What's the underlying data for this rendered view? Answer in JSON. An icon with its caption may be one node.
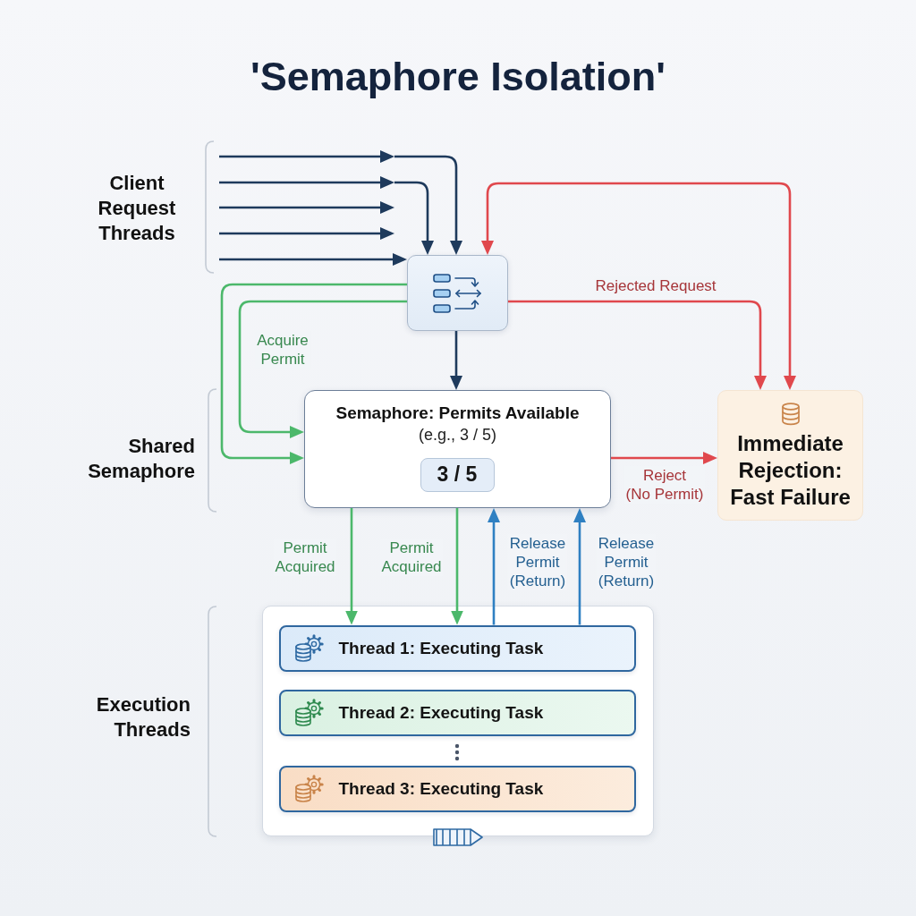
{
  "diagram": {
    "title": "'Semaphore Isolation'",
    "nodes": [
      {
        "text": [],
        "shape": "box"
      },
      {
        "text": [
          "Semaphore: Permits Available",
          "(e.g., 3 / 5)"
        ]
      },
      {
        "text": [
          "3 / 5"
        ],
        "in": 1
      },
      {
        "text": [
          "Immediate Rejection: Fast Failure"
        ]
      },
      {
        "text": [],
        "shape": "box"
      },
      {
        "text": [
          "Thread 1: Executing Task"
        ],
        "in": 4
      },
      {
        "text": [
          "Thread 2: Executing Task"
        ],
        "in": 4
      },
      {
        "text": [
          "Thread 3: Executing Task"
        ],
        "in": 4
      }
    ],
    "edges": [
      {
        "from": null,
        "to": 0,
        "arrow": "to",
        "color": "#1e3a5c"
      },
      {
        "from": null,
        "to": 0,
        "arrow": "to",
        "color": "#1e3a5c"
      },
      {
        "from": null,
        "to": 0,
        "arrow": "to",
        "color": "#1e3a5c"
      },
      {
        "from": 3,
        "to": 0,
        "arrow": "both",
        "color": "#e0484d"
      },
      {
        "from": 0,
        "to": 3,
        "arrow": "to",
        "label": "Rejected Request",
        "color": "#e0484d"
      },
      {
        "from": 0,
        "to": 1,
        "arrow": "to",
        "color": "#4cb86b"
      },
      {
        "from": 0,
        "to": 1,
        "arrow": "to",
        "label": "Acquire Permit",
        "color": "#4cb86b"
      },
      {
        "from": 0,
        "to": 1,
        "arrow": "to",
        "color": "#1e3a5c"
      },
      {
        "from": 1,
        "to": 3,
        "arrow": "to",
        "label": "Reject (No Permit)",
        "color": "#e0484d"
      },
      {
        "from": 1,
        "to": 5,
        "arrow": "to",
        "label": "Permit Acquired",
        "color": "#4cb86b"
      },
      {
        "from": 1,
        "to": 5,
        "arrow": "to",
        "label": "Permit Acquired",
        "color": "#4cb86b"
      },
      {
        "from": 5,
        "to": 1,
        "arrow": "to",
        "label": "Release Permit (Return)",
        "color": "#2f80c2"
      },
      {
        "from": 5,
        "to": 1,
        "arrow": "to",
        "label": "Release Permit (Return)",
        "color": "#2f80c2"
      }
    ],
    "labels": [
      "Client Request Threads",
      "Shared Semaphore",
      "Execution Threads"
    ]
  }
}
